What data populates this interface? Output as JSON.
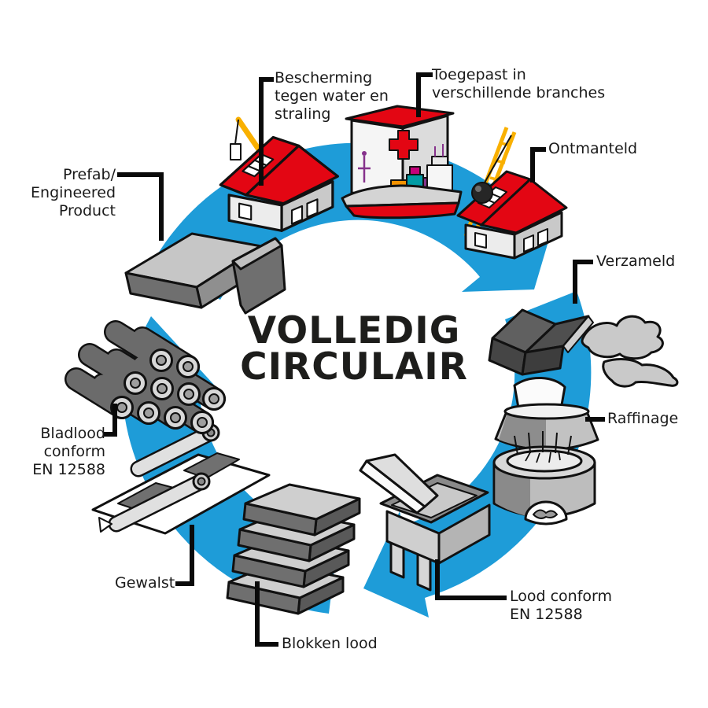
{
  "title": {
    "line1": "VOLLEDIG",
    "line2": "CIRCULAIR"
  },
  "labels": {
    "bescherming": {
      "lines": [
        "Bescherming",
        "tegen water en",
        "straling"
      ]
    },
    "toegepast": {
      "lines": [
        "Toegepast in",
        "verschillende branches"
      ]
    },
    "ontmanteld": {
      "lines": [
        "Ontmanteld"
      ]
    },
    "verzameld": {
      "lines": [
        "Verzameld"
      ]
    },
    "raffinage": {
      "lines": [
        "Raffinage"
      ]
    },
    "lood_conform": {
      "lines": [
        "Lood conform",
        "EN 12588"
      ]
    },
    "blokken_lood": {
      "lines": [
        "Blokken lood"
      ]
    },
    "gewalst": {
      "lines": [
        "Gewalst"
      ]
    },
    "bladlood": {
      "lines": [
        "Bladlood",
        "conform",
        "EN 12588"
      ]
    },
    "prefab": {
      "lines": [
        "Prefab/",
        "Engineered",
        "Product"
      ]
    }
  },
  "colors": {
    "arrow_blue": "#1E9CD8",
    "accent_red": "#E30613",
    "crane_yellow": "#F9B000",
    "lead_dark": "#6B6B6B",
    "lead_mid": "#8F8F8F",
    "lead_light": "#CFCFCF",
    "outline": "#111111",
    "container_orange": "#F39200",
    "container_teal": "#009BA4",
    "container_purple": "#86328C",
    "container_magenta": "#C4007A"
  },
  "icons": [
    "cycle-arrow-icon",
    "prefab-profiles-icon",
    "house-icon",
    "construction-crane-icon",
    "hospital-ship-icon",
    "demolition-crane-icon",
    "wrecking-ball-icon",
    "scrap-lead-icon",
    "refining-pot-icon",
    "melting-furnace-icon",
    "casting-mould-icon",
    "lead-ingots-icon",
    "rolling-mill-icon",
    "lead-rolls-icon"
  ]
}
